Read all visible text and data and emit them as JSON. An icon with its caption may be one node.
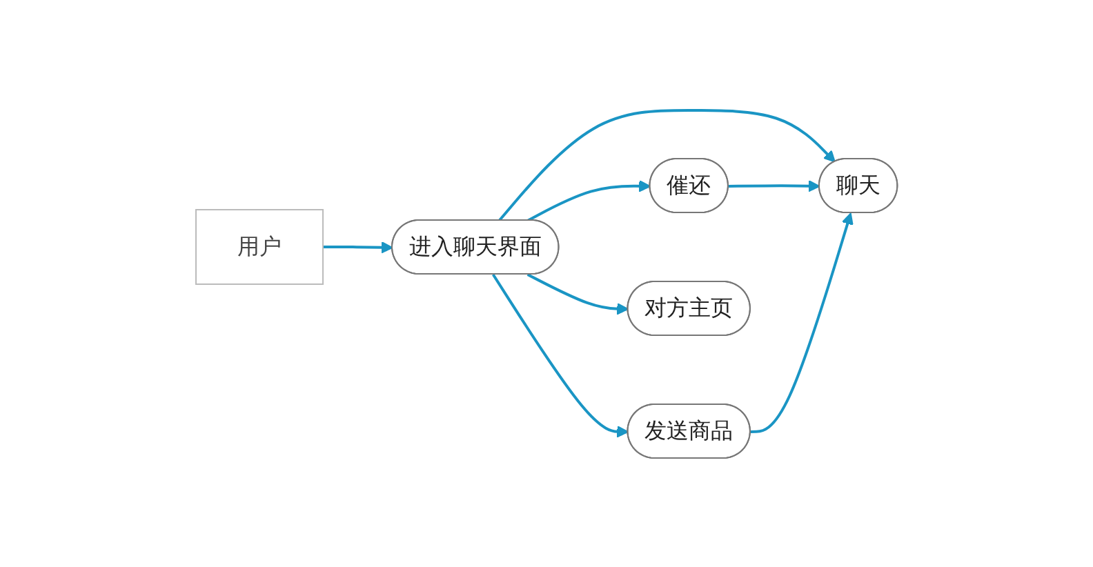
{
  "diagram": {
    "nodes": [
      {
        "text": [
          "用户"
        ]
      },
      {
        "text": [
          "进入聊天界面"
        ]
      },
      {
        "text": [
          "催还"
        ]
      },
      {
        "text": [
          "聊天"
        ]
      },
      {
        "text": [
          "发送商品"
        ]
      },
      {
        "text": [
          "对方主页"
        ]
      }
    ],
    "edges": [
      {
        "from": 0,
        "to": 1,
        "arrow": "to"
      },
      {
        "from": 1,
        "to": 2,
        "arrow": "to"
      },
      {
        "from": 1,
        "to": 3,
        "arrow": "to"
      },
      {
        "from": 1,
        "to": 4,
        "arrow": "to"
      },
      {
        "from": 1,
        "to": 5,
        "arrow": "to"
      },
      {
        "from": 2,
        "to": 3,
        "arrow": "to"
      },
      {
        "from": 4,
        "to": 3,
        "arrow": "to"
      }
    ]
  }
}
